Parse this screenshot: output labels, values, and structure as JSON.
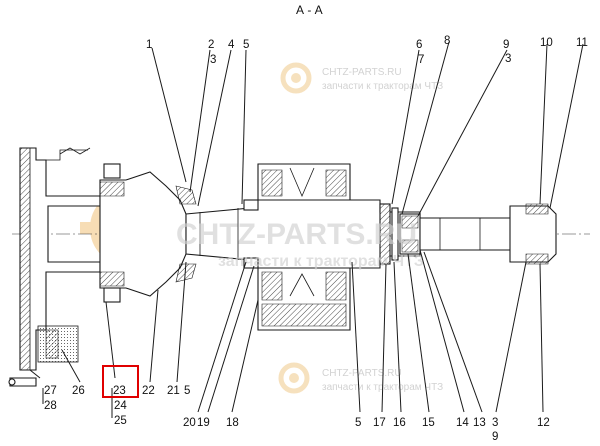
{
  "section_label": "А - А",
  "watermark": {
    "brand": "CHTZ-PARTS.RU",
    "tagline": "запчасти к тракторам ЧТЗ"
  },
  "callouts": {
    "c1": "1",
    "c2": "2",
    "c3": "3",
    "c4": "4",
    "c5": "5",
    "c6": "6",
    "c7": "7",
    "c8": "8",
    "c9": "9",
    "c3b": "3",
    "c10": "10",
    "c11": "11",
    "c27": "27",
    "c28": "28",
    "c26": "26",
    "c23": "23",
    "c24": "24",
    "c25": "25",
    "c22": "22",
    "c21": "21",
    "c5b": "5",
    "c20": "20",
    "c19": "19",
    "c18": "18",
    "c5c": "5",
    "c17": "17",
    "c16": "16",
    "c15": "15",
    "c14": "14",
    "c13": "13",
    "c3c": "3",
    "c9b": "9",
    "c12": "12"
  },
  "highlight": {
    "target": "23",
    "color": "#e00000"
  }
}
